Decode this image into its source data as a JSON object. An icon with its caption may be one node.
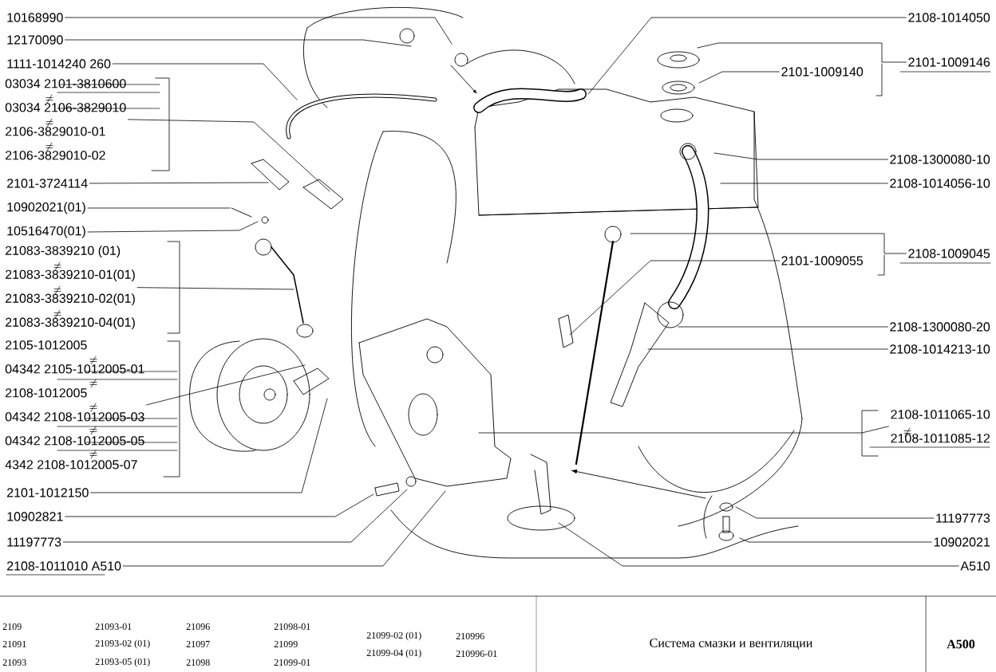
{
  "diagram": {
    "title": "Система смазки и вентиляции",
    "nodes": [
      {
        "text": [
          "10168990"
        ]
      },
      {
        "text": [
          "12170090"
        ]
      },
      {
        "text": [
          "1111-1014240 260"
        ]
      },
      {
        "text": [
          "03034 2101-3810600",
          "03034 2106-3829010",
          "2106-3829010-01",
          "2106-3829010-02"
        ]
      },
      {
        "text": [
          "2101-3724114"
        ]
      },
      {
        "text": [
          "10902021(01)"
        ]
      },
      {
        "text": [
          "10516470(01)"
        ]
      },
      {
        "text": [
          "21083-3839210 (01)",
          "21083-3839210-01(01)",
          "21083-3839210-02(01)",
          "21083-3839210-04(01)"
        ]
      },
      {
        "text": [
          "2105-1012005",
          "04342 2105-1012005-01",
          "2108-1012005",
          "04342 2108-1012005-03",
          "04342 2108-1012005-05",
          "4342 2108-1012005-07"
        ]
      },
      {
        "text": [
          "2101-1012150"
        ]
      },
      {
        "text": [
          "10902821"
        ]
      },
      {
        "text": [
          "11197773"
        ]
      },
      {
        "text": [
          "2108-1011010 A510"
        ]
      },
      {
        "text": [
          "2108-1014050"
        ]
      },
      {
        "text": [
          "2101-1009146"
        ]
      },
      {
        "text": [
          "2101-1009140"
        ]
      },
      {
        "text": [
          "2108-1300080-10"
        ]
      },
      {
        "text": [
          "2108-1014056-10"
        ]
      },
      {
        "text": [
          "2108-1009045"
        ]
      },
      {
        "text": [
          "2101-1009055"
        ]
      },
      {
        "text": [
          "2108-1300080-20"
        ]
      },
      {
        "text": [
          "2108-1014213-10"
        ]
      },
      {
        "text": [
          "2108-1011065-10",
          "2108-1011085-12"
        ]
      },
      {
        "text": [
          "11197773"
        ]
      },
      {
        "text": [
          "10902021"
        ]
      },
      {
        "text": [
          "A510"
        ]
      }
    ],
    "edges": [
      {
        "from": 0,
        "to": null,
        "arrow": "none"
      },
      {
        "from": 1,
        "to": null,
        "arrow": "none"
      },
      {
        "from": 2,
        "to": null,
        "arrow": "none"
      },
      {
        "from": 3,
        "to": null,
        "arrow": "none"
      },
      {
        "from": 4,
        "to": null,
        "arrow": "none"
      },
      {
        "from": 5,
        "to": null,
        "arrow": "none"
      },
      {
        "from": 6,
        "to": null,
        "arrow": "none"
      },
      {
        "from": 7,
        "to": null,
        "arrow": "none"
      },
      {
        "from": 8,
        "to": null,
        "arrow": "none"
      },
      {
        "from": 9,
        "to": null,
        "arrow": "none"
      },
      {
        "from": 10,
        "to": null,
        "arrow": "none"
      },
      {
        "from": 11,
        "to": null,
        "arrow": "none"
      },
      {
        "from": 12,
        "to": null,
        "arrow": "none"
      },
      {
        "from": 13,
        "to": null,
        "arrow": "none"
      },
      {
        "from": 14,
        "to": null,
        "arrow": "none"
      },
      {
        "from": 15,
        "to": null,
        "arrow": "none"
      },
      {
        "from": 16,
        "to": null,
        "arrow": "none"
      },
      {
        "from": 17,
        "to": null,
        "arrow": "none"
      },
      {
        "from": 18,
        "to": null,
        "arrow": "none"
      },
      {
        "from": 19,
        "to": null,
        "arrow": "none"
      },
      {
        "from": 20,
        "to": null,
        "arrow": "none"
      },
      {
        "from": 21,
        "to": null,
        "arrow": "none"
      },
      {
        "from": 22,
        "to": null,
        "arrow": "none"
      },
      {
        "from": 23,
        "to": null,
        "arrow": "none"
      },
      {
        "from": 24,
        "to": null,
        "arrow": "none"
      },
      {
        "from": 25,
        "to": null,
        "arrow": "none"
      }
    ],
    "labels": [
      "2109",
      "21093-01",
      "21096",
      "21098-01",
      "21099-02 (01)",
      "210996",
      "21091",
      "21093-02 (01)",
      "21097",
      "21099",
      "21099-04 (01)",
      "210996-01",
      "21093",
      "21093-05 (01)",
      "21098",
      "21099-01",
      "A500"
    ]
  }
}
